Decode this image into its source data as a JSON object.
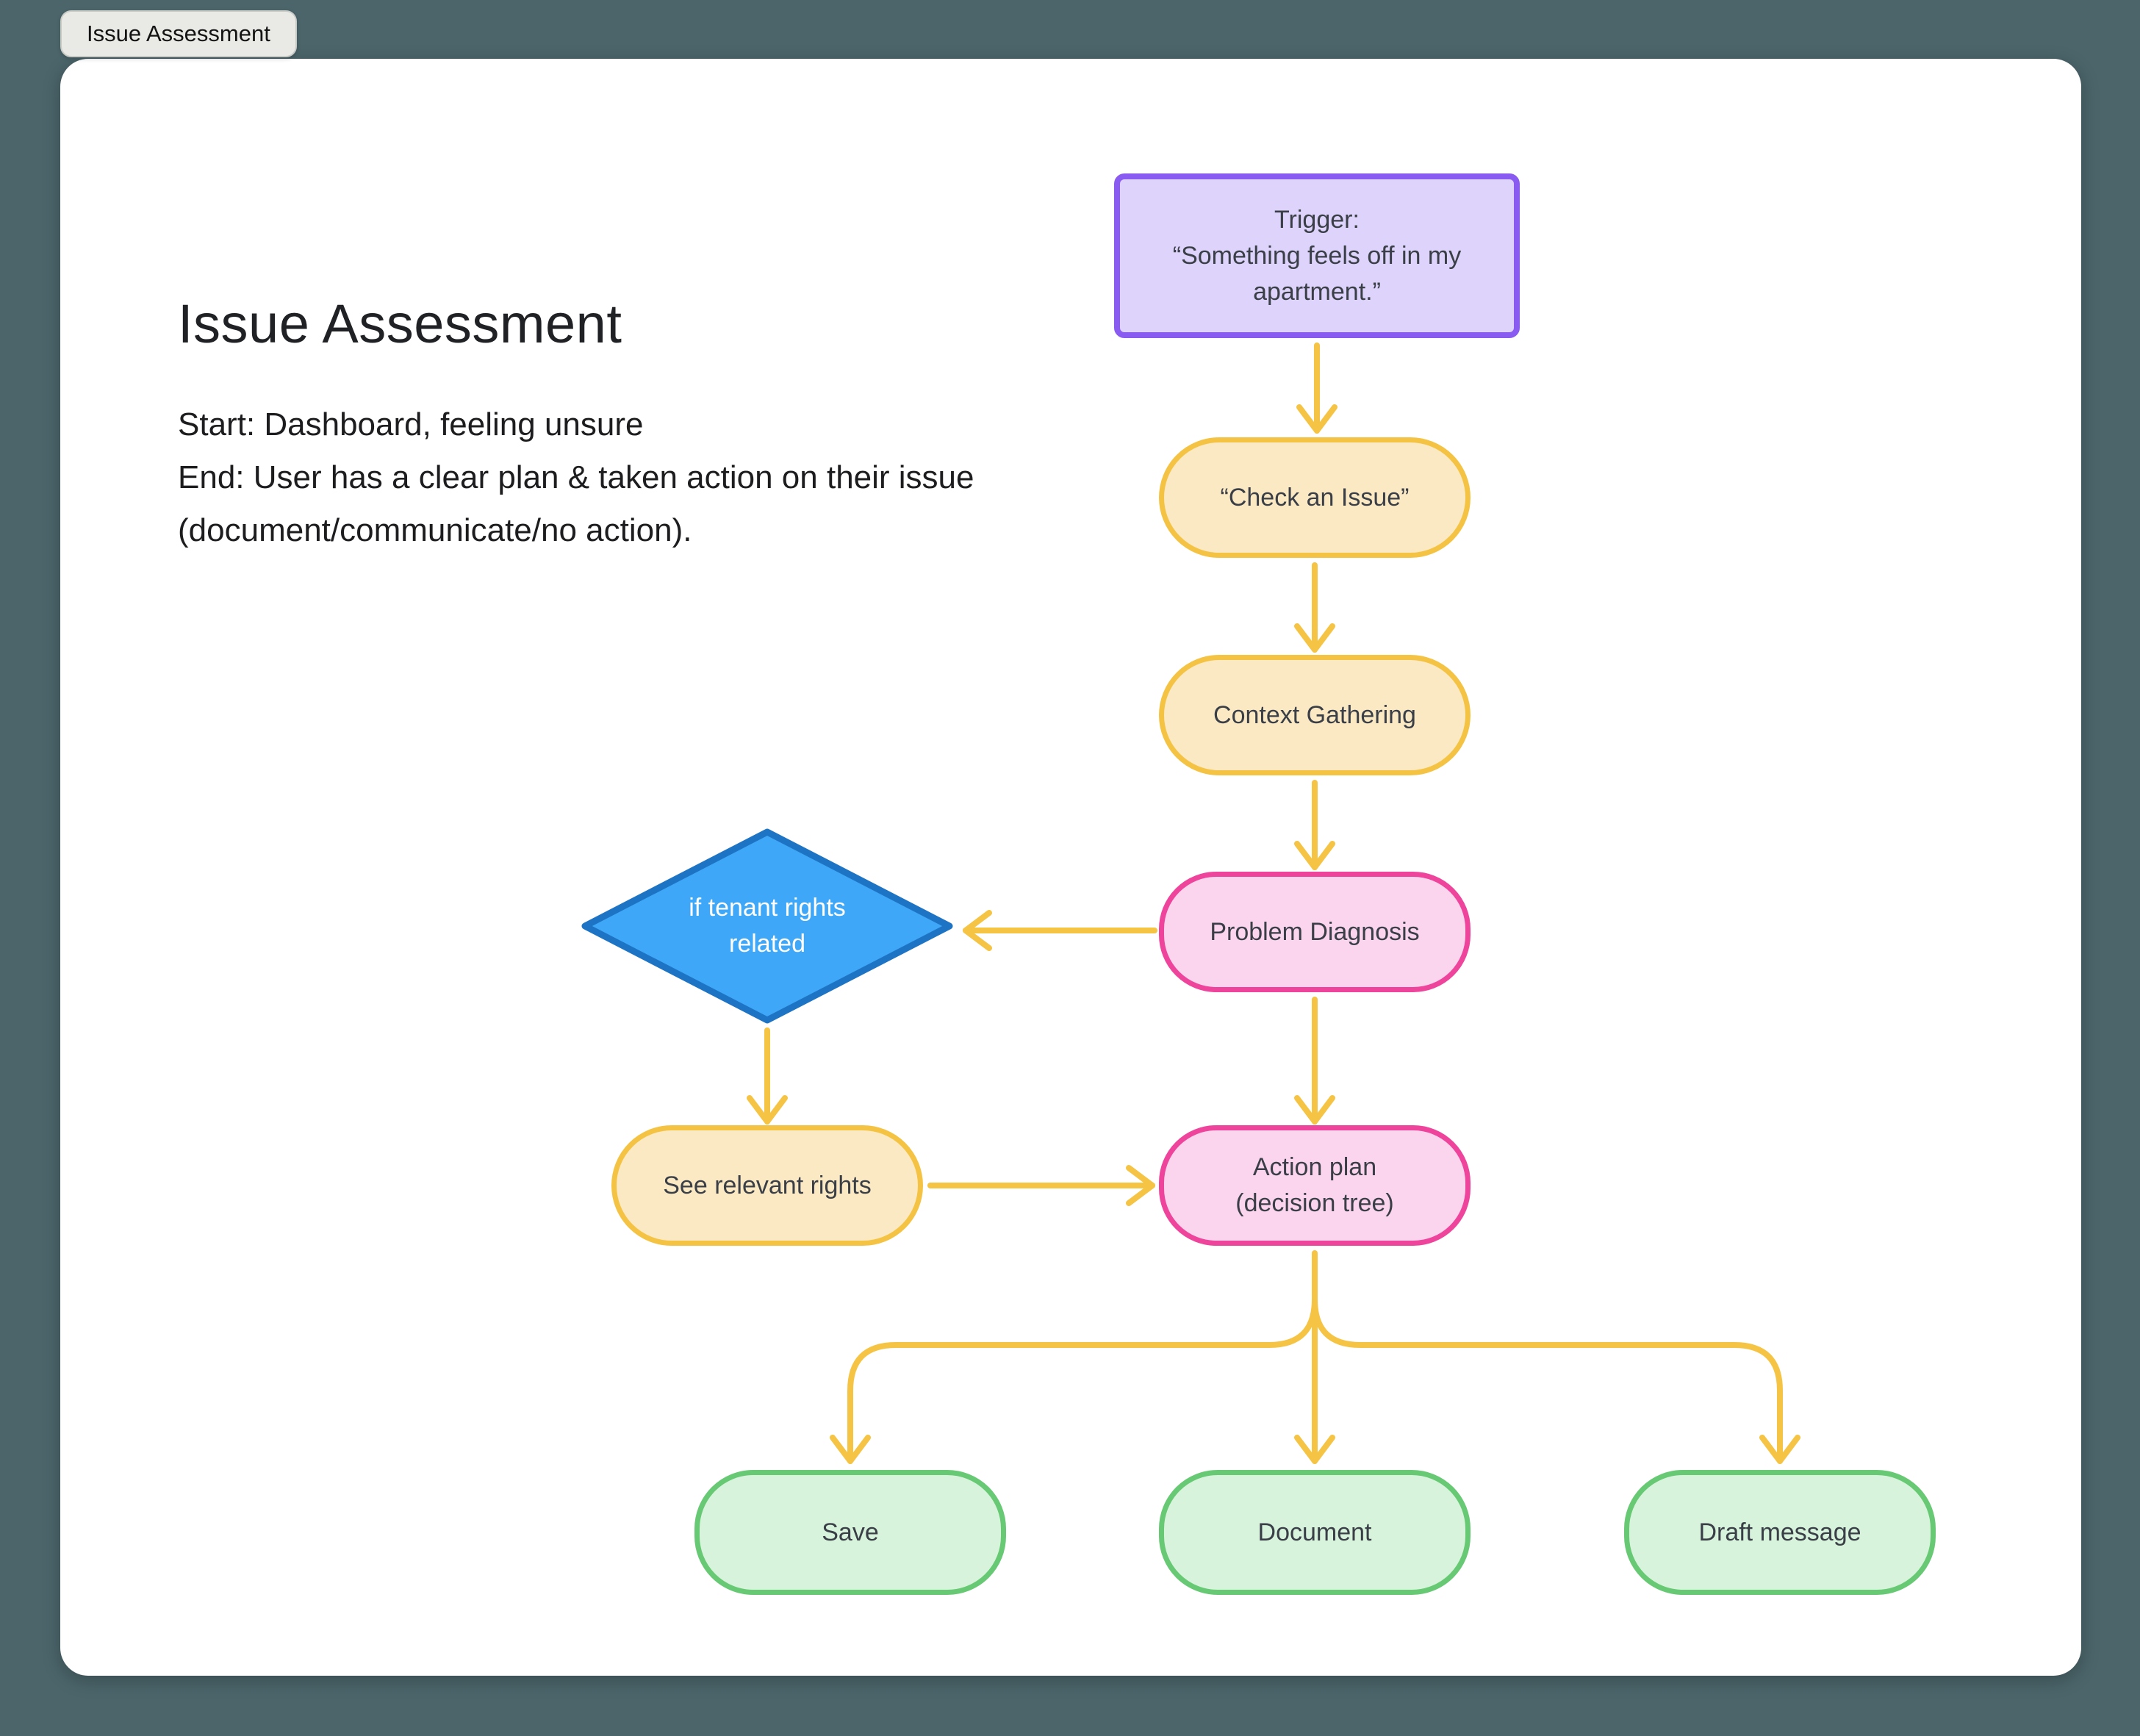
{
  "tab": {
    "label": "Issue Assessment"
  },
  "canvas": {
    "title": "Issue Assessment",
    "description": {
      "start_line": "Start: Dashboard, feeling unsure",
      "end_line": "End: User has a clear plan & taken action on their issue (document/communicate/no action)."
    }
  },
  "flowchart": {
    "nodes": {
      "trigger": {
        "title": "Trigger:",
        "quote": "“Something feels off in my apartment.”"
      },
      "check_issue": {
        "label": "“Check an Issue”"
      },
      "context_gathering": {
        "label": "Context Gathering"
      },
      "problem_diagnosis": {
        "label": "Problem Diagnosis"
      },
      "tenant_rights_decision": {
        "label": "if tenant rights related"
      },
      "see_relevant_rights": {
        "label": "See relevant rights"
      },
      "action_plan": {
        "line1": "Action plan",
        "line2": "(decision tree)"
      },
      "save": {
        "label": "Save"
      },
      "document": {
        "label": "Document"
      },
      "draft_message": {
        "label": "Draft message"
      }
    },
    "edges": [
      {
        "from": "trigger",
        "to": "check_issue"
      },
      {
        "from": "check_issue",
        "to": "context_gathering"
      },
      {
        "from": "context_gathering",
        "to": "problem_diagnosis"
      },
      {
        "from": "problem_diagnosis",
        "to": "tenant_rights_decision"
      },
      {
        "from": "problem_diagnosis",
        "to": "action_plan"
      },
      {
        "from": "tenant_rights_decision",
        "to": "see_relevant_rights"
      },
      {
        "from": "see_relevant_rights",
        "to": "action_plan"
      },
      {
        "from": "action_plan",
        "to": "save"
      },
      {
        "from": "action_plan",
        "to": "document"
      },
      {
        "from": "action_plan",
        "to": "draft_message"
      }
    ],
    "colors": {
      "arrow": "#F6C445",
      "yellow_border": "#F5C343",
      "yellow_fill": "#FBE9C4",
      "pink_border": "#EE449B",
      "pink_fill": "#FBD4EE",
      "purple_border": "#8A5BF0",
      "purple_fill": "#DDD3FB",
      "green_border": "#67C973",
      "green_fill": "#D8F3DC",
      "blue_border": "#1E74C4",
      "blue_fill": "#3FA7F7",
      "background": "#4B656A",
      "canvas": "#FFFFFF"
    }
  }
}
